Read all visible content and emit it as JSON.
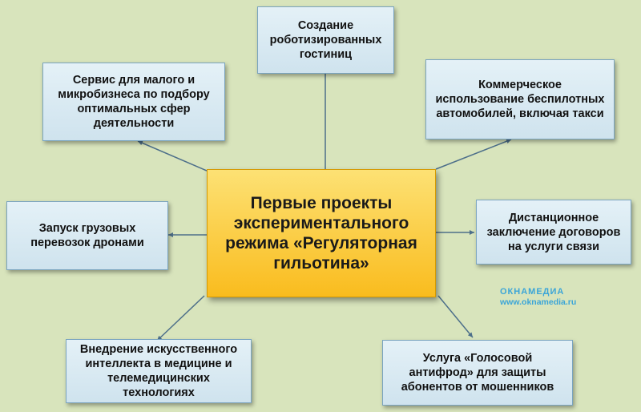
{
  "center": {
    "text": "Первые проекты экспериментального режима «Регуляторная гильотина»"
  },
  "nodes": [
    {
      "id": "hotels",
      "text": "Создание роботизированных гостиниц"
    },
    {
      "id": "smb",
      "text": "Сервис для малого и микробизнеса по подбору оптимальных сфер деятельности"
    },
    {
      "id": "autonomous",
      "text": "Коммерческое использование беспилотных автомобилей, включая такси"
    },
    {
      "id": "drones",
      "text": "Запуск грузовых перевозок дронами"
    },
    {
      "id": "contracts",
      "text": "Дистанционное заключение договоров на услуги связи"
    },
    {
      "id": "ai",
      "text": "Внедрение искусственного интеллекта в медицине и телемедицинских технологиях"
    },
    {
      "id": "antifraud",
      "text": "Услуга «Голосовой антифрод» для защиты абонентов от мошенников"
    }
  ],
  "watermark": {
    "brand": "ОКНАМЕДИА",
    "url": "www.oknamedia.ru"
  },
  "colors": {
    "background": "#d8e4bc",
    "center_fill": "#fbcb3b",
    "node_fill": "#d9eaf3",
    "arrow": "#4d6f8a",
    "watermark": "#3ba5d8"
  }
}
